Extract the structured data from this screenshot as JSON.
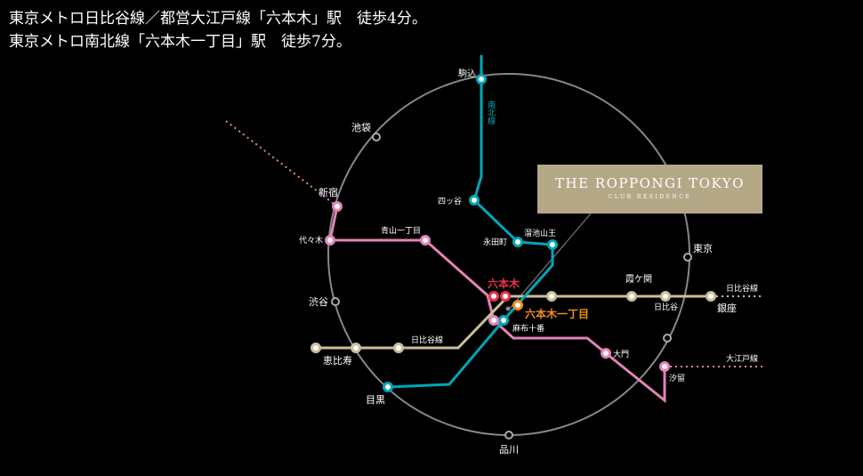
{
  "caption": {
    "line1": "東京メトロ日比谷線／都営大江戸線「六本木」駅　徒歩4分。",
    "line2": "東京メトロ南北線「六本木一丁目」駅　徒歩7分。"
  },
  "brand": {
    "name": "THE ROPPONGI TOKYO",
    "sub": "CLUB RESIDENCE",
    "color": "#b5a887"
  },
  "colors": {
    "yamanote": "#888888",
    "namboku": "#00a6b8",
    "hibiya": "#c9bf9c",
    "oedo": "#e283b8",
    "roppongi": "#e8334a",
    "roppongi_itchome": "#f08c1e"
  },
  "lines": {
    "namboku": "南北線",
    "hibiya": "日比谷線",
    "oedo": "大江戸線"
  },
  "stations": {
    "komagome": "駒込",
    "ikebukuro": "池袋",
    "shinjuku": "新宿",
    "yotsuya": "四ッ谷",
    "yoyogi": "代々木",
    "aoyama": "青山一丁目",
    "nagatacho": "永田町",
    "tameike": "溜池山王",
    "tokyo": "東京",
    "kasumigaseki": "霞ケ関",
    "hibiya_st": "日比谷",
    "ginza": "銀座",
    "shibuya": "渋谷",
    "roppongi": "六本木",
    "roppongi_itchome": "六本木一丁目",
    "azabu": "麻布十番",
    "ebisu": "恵比寿",
    "daimon": "大門",
    "shiodome": "汐留",
    "meguro": "目黒",
    "shinagawa": "品川"
  }
}
